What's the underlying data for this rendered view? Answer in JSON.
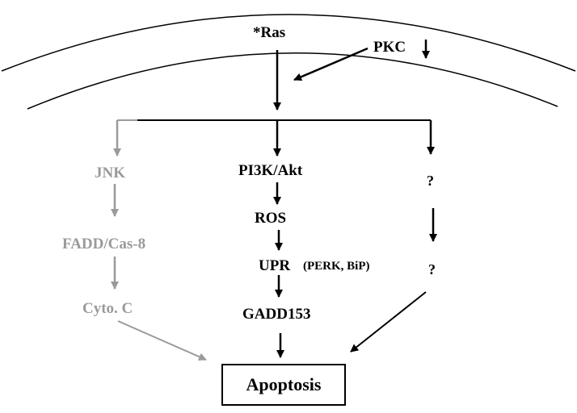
{
  "labels": {
    "ras": "*Ras",
    "pkc": "PKC",
    "jnk": "JNK",
    "fadd_cas8": "FADD/Cas-8",
    "cyto_c": "Cyto. C",
    "pi3k_akt": "PI3K/Akt",
    "ros": "ROS",
    "upr": "UPR",
    "upr_detail": "(PERK, BiP)",
    "gadd153": "GADD153",
    "unknown_1": "?",
    "unknown_2": "?",
    "apoptosis": "Apoptosis"
  },
  "colors": {
    "primary_path": "#000000",
    "inactive_path": "#9a9a9a"
  }
}
